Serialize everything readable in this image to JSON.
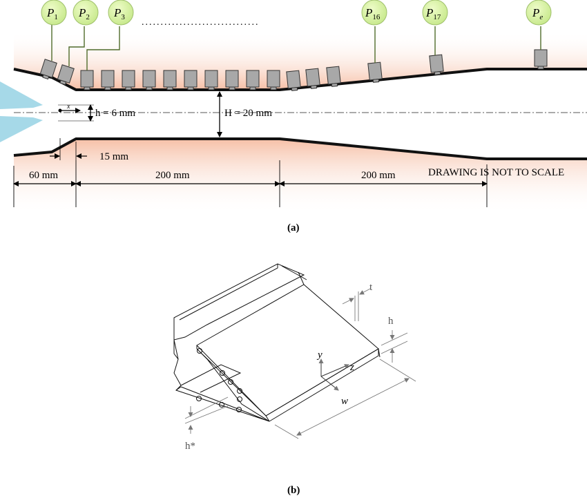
{
  "panel_a": {
    "caption": "(a)",
    "sensors": [
      {
        "sym": "P",
        "sub": "1"
      },
      {
        "sym": "P",
        "sub": "2"
      },
      {
        "sym": "P",
        "sub": "3"
      },
      {
        "sym": "P",
        "sub": "16"
      },
      {
        "sym": "P",
        "sub": "17"
      },
      {
        "sym": "P",
        "sub": "e"
      }
    ],
    "ellipsis": "...............................",
    "axis_x": "x",
    "h_label": "h = 6 mm",
    "H_label": "H = 20 mm",
    "dim_15": "15 mm",
    "dim_60": "60 mm",
    "dim_200_a": "200 mm",
    "dim_200_b": "200 mm",
    "note": "DRAWING IS NOT TO SCALE"
  },
  "panel_b": {
    "caption": "(b)",
    "label_t": "t",
    "label_h": "h",
    "label_y": "y",
    "label_z": "z",
    "label_w": "w",
    "label_hstar": "h*"
  },
  "colors": {
    "flow_bg": "#f7c4ad",
    "sensor_ball": "#d9f2a3",
    "sensor_stem": "#556b2f",
    "transducer": "#a9a9a9",
    "jet": "#9fd6e6"
  }
}
